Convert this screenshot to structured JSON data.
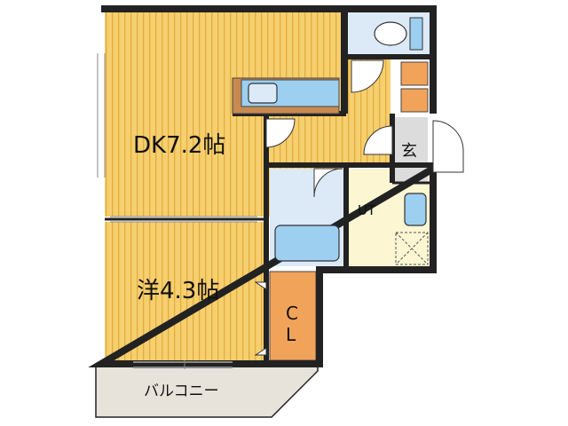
{
  "rooms": {
    "dk": {
      "label": "DK7.2帖"
    },
    "western": {
      "label": "洋4.3帖"
    },
    "closet": {
      "label_top": "C",
      "label_bottom": "L"
    },
    "utility": {
      "label": "UT"
    },
    "entrance": {
      "label": "玄"
    },
    "balcony": {
      "label": "バルコニー"
    }
  },
  "colors": {
    "floor": "#f6cf6f",
    "floor_stripe": "#e2ad3e",
    "wet_area": "#dce9f7",
    "fixture": "#9ccff0",
    "closet": "#f2a35a",
    "utility": "#fdf6d3",
    "balcony": "#e7e2da",
    "entrance": "#dcdcdc",
    "counter": "#c98a52"
  }
}
